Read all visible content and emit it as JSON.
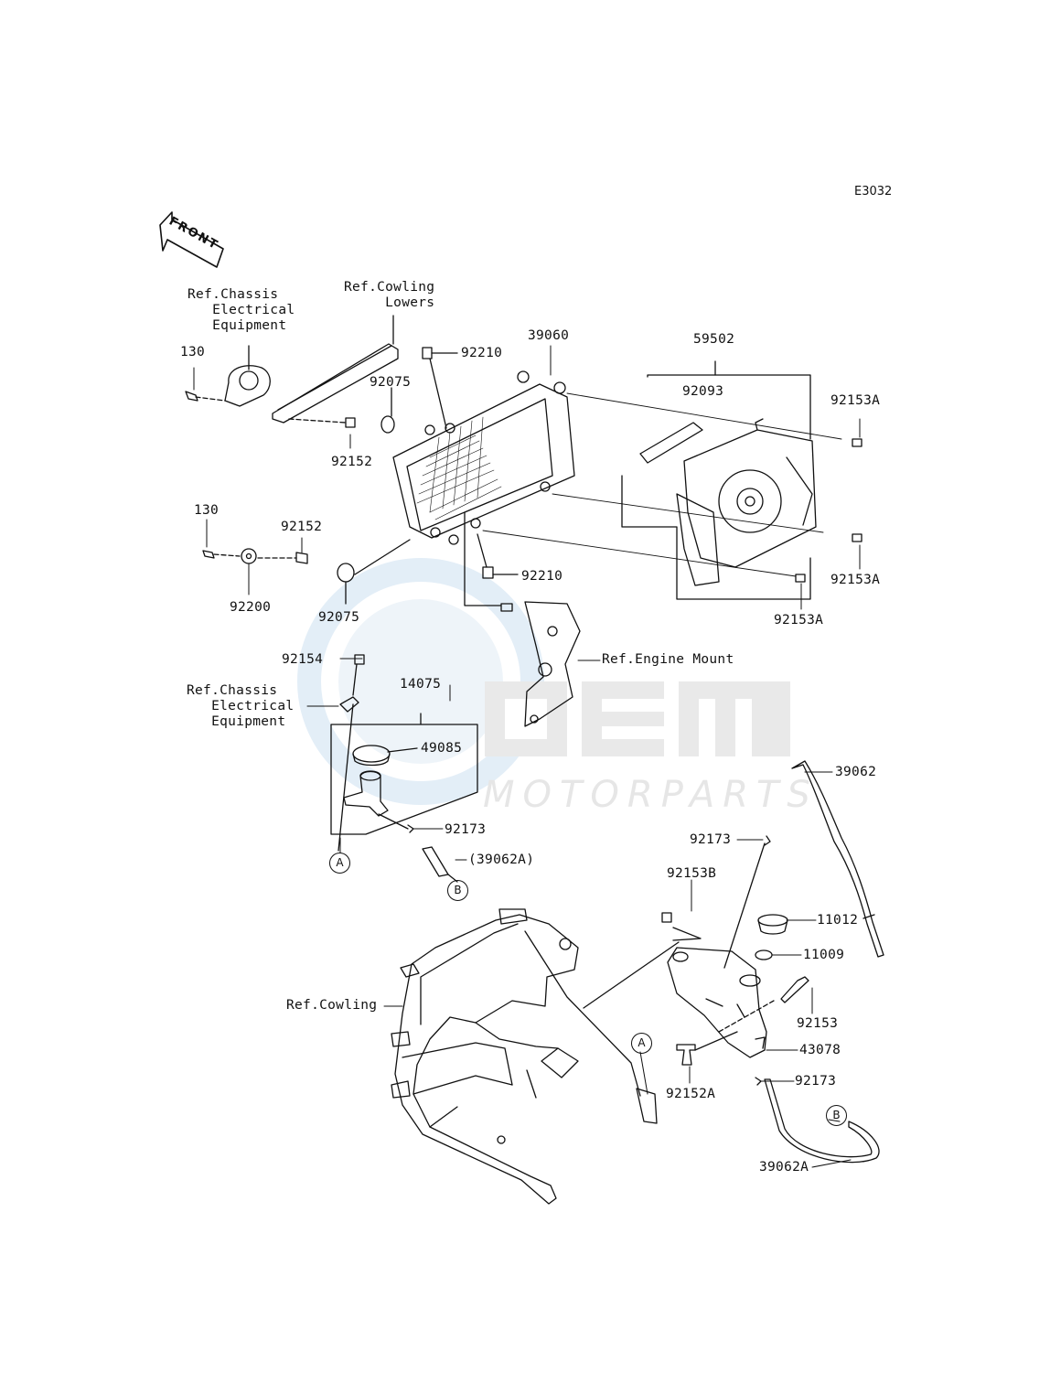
{
  "diagram_code": "E3032",
  "front_label": "FRONT",
  "watermark": {
    "brand": "OEM",
    "sub": "MOTORPARTS"
  },
  "labels": {
    "ref_chassis_1": "Ref.Chassis\n   Electrical\n   Equipment",
    "ref_cowling_lowers": "Ref.Cowling\n     Lowers",
    "p130_a": "130",
    "p92210_a": "92210",
    "p39060": "39060",
    "p59502": "59502",
    "p92075_a": "92075",
    "p92093": "92093",
    "p92153A_a": "92153A",
    "p92152_a": "92152",
    "p130_b": "130",
    "p92152_b": "92152",
    "p92200": "92200",
    "p92075_b": "92075",
    "p92210_b": "92210",
    "p92153A_b": "92153A",
    "p92153A_c": "92153A",
    "ref_engine_mount": "Ref.Engine Mount",
    "p92154": "92154",
    "ref_chassis_2": "Ref.Chassis\n   Electrical\n   Equipment",
    "p14075": "14075",
    "p49085": "49085",
    "p92173_a": "92173",
    "p39062A_paren": "(39062A)",
    "p39062": "39062",
    "p92173_b": "92173",
    "p92153B": "92153B",
    "p11012": "11012",
    "p11009": "11009",
    "ref_cowling": "Ref.Cowling",
    "p92153": "92153",
    "p43078": "43078",
    "p92152A": "92152A",
    "p92173_c": "92173",
    "p39062A": "39062A"
  },
  "callouts": {
    "A1": "A",
    "B1": "B",
    "A2": "A",
    "B2": "B"
  }
}
